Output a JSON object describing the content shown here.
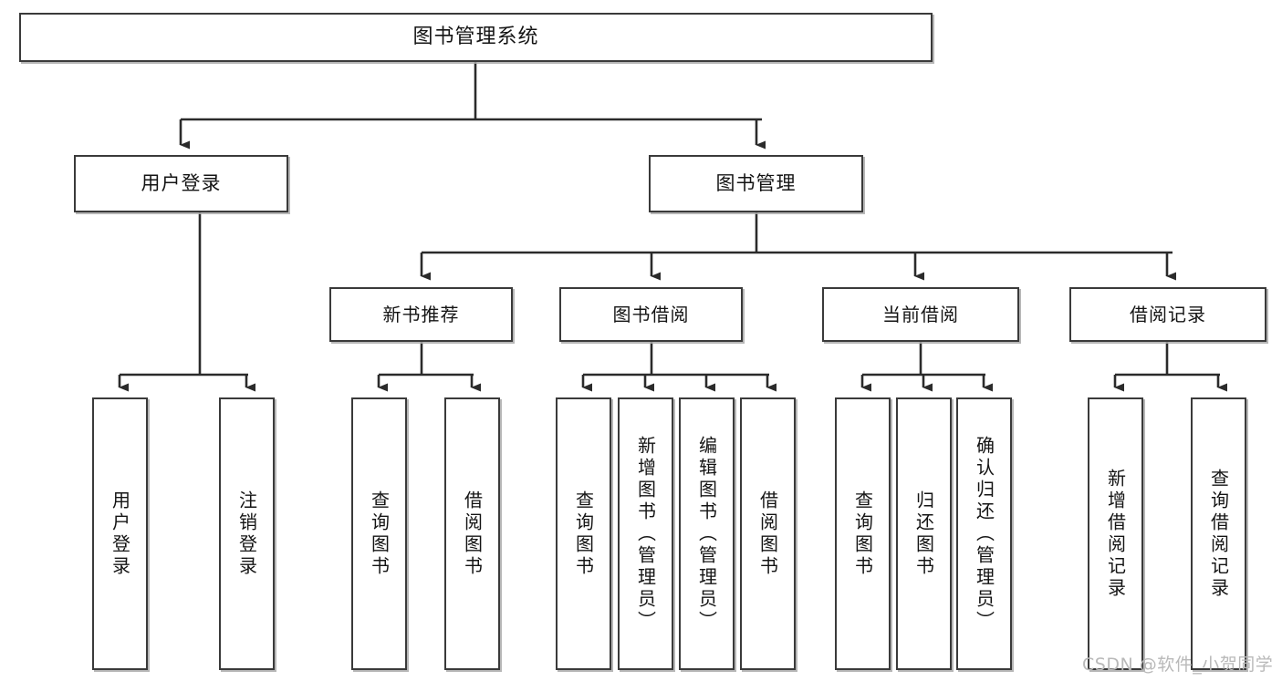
{
  "diagram": {
    "type": "tree-hierarchy",
    "title": "图书管理系统",
    "watermark": "CSDN @软件_小贺同学",
    "colors": {
      "box_border": "#3a3a3a",
      "box_fill": "#ffffff",
      "edge": "#2b2b2b",
      "text": "#141414",
      "watermark": "#b9b9b9"
    },
    "nodes": {
      "root": {
        "label": "图书管理系统"
      },
      "level2": [
        {
          "label": "用户登录"
        },
        {
          "label": "图书管理"
        }
      ],
      "level3": [
        {
          "label": "新书推荐"
        },
        {
          "label": "图书借阅"
        },
        {
          "label": "当前借阅"
        },
        {
          "label": "借阅记录"
        }
      ],
      "leaves_user_login": [
        {
          "label": "用户登录"
        },
        {
          "label": "注销登录"
        }
      ],
      "leaves_new_book": [
        {
          "label": "查询图书"
        },
        {
          "label": "借阅图书"
        }
      ],
      "leaves_borrow": [
        {
          "label": "查询图书"
        },
        {
          "label": "新增图书（管理员）"
        },
        {
          "label": "编辑图书（管理员）"
        },
        {
          "label": "借阅图书"
        }
      ],
      "leaves_current": [
        {
          "label": "查询图书"
        },
        {
          "label": "归还图书"
        },
        {
          "label": "确认归还（管理员）"
        }
      ],
      "leaves_records": [
        {
          "label": "新增借阅记录"
        },
        {
          "label": "查询借阅记录"
        }
      ]
    }
  }
}
